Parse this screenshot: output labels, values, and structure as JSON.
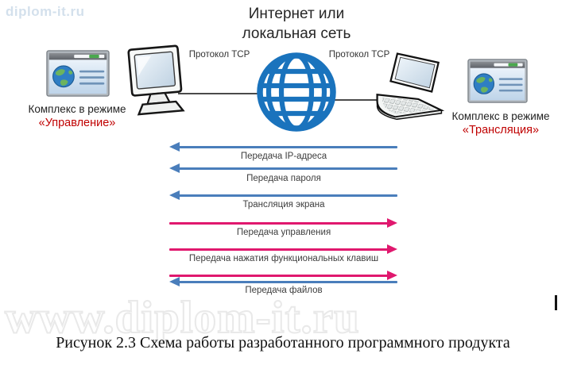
{
  "watermarks": {
    "top_left": "diplom-it.ru",
    "center": "www.diplom-it.ru"
  },
  "title": {
    "line1": "Интернет или",
    "line2": "локальная сеть"
  },
  "network": {
    "left_protocol": "Протокол TCP",
    "right_protocol": "Протокол TCP"
  },
  "left_node": {
    "line1": "Комплекс в режиме",
    "line2": "«Управление»"
  },
  "right_node": {
    "line1": "Комплекс в режиме",
    "line2": "«Трансляция»"
  },
  "arrows": [
    {
      "label": "Передача IP-адреса",
      "direction": "right-to-left",
      "color": "#4a7ebb"
    },
    {
      "label": "Передача пароля",
      "direction": "right-to-left",
      "color": "#4a7ebb"
    },
    {
      "label": "Трансляция экрана",
      "direction": "right-to-left",
      "color": "#4a7ebb"
    },
    {
      "label": "Передача управления",
      "direction": "left-to-right",
      "color": "#e0186e"
    },
    {
      "label": "Передача нажатия функциональных клавиш",
      "direction": "left-to-right",
      "color": "#e0186e"
    },
    {
      "label": "Передача файлов",
      "direction": "bidirectional",
      "color": "#e0186e,#4a7ebb"
    }
  ],
  "caption": "Рисунок 2.3 Схема работы разработанного программного продукта",
  "icons": {
    "left_app": "browser-window-icon",
    "right_app": "browser-window-icon",
    "left_device": "desktop-monitor-icon",
    "right_device": "laptop-icon",
    "network": "globe-icon"
  },
  "colors": {
    "accent_blue": "#4a7ebb",
    "accent_pink": "#e0186e",
    "label_red": "#c00000",
    "globe_blue": "#1a73bd"
  }
}
